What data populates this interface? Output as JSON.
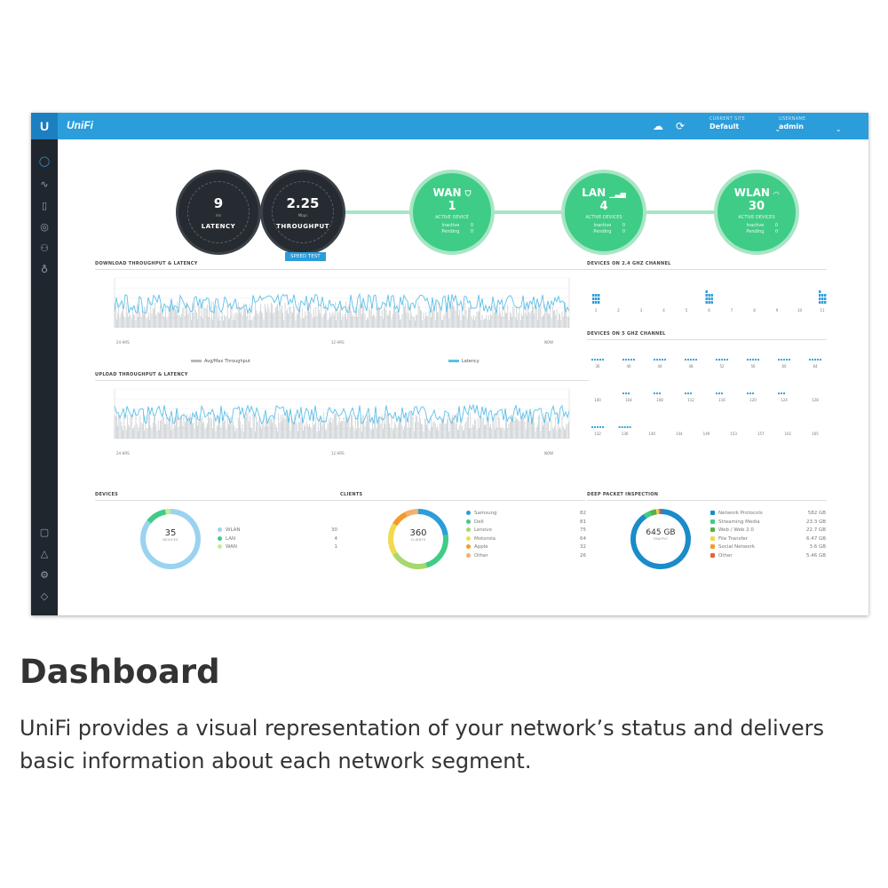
{
  "topbar": {
    "logo": "U",
    "brand": "UniFi",
    "current_site_caption": "CURRENT SITE",
    "current_site": "Default",
    "username_caption": "USERNAME",
    "username": "admin",
    "colors": {
      "bar": "#2b9ddb",
      "sidebar": "#20262e"
    }
  },
  "gauges": {
    "latency": {
      "value": "9",
      "unit": "ms",
      "label": "LATENCY"
    },
    "throughput": {
      "value": "2.25",
      "unit": "Mbps",
      "label": "THROUGHPUT"
    },
    "speed_test": "SPEED TEST"
  },
  "segments": [
    {
      "title": "WAN",
      "count": "1",
      "active": "ACTIVE DEVICE",
      "inactive_label": "Inactive",
      "inactive": "0",
      "pending_label": "Pending",
      "pending": "0",
      "icon": "shield-icon"
    },
    {
      "title": "LAN",
      "count": "4",
      "active": "ACTIVE DEVICES",
      "inactive_label": "Inactive",
      "inactive": "0",
      "pending_label": "Pending",
      "pending": "0",
      "icon": "bars-icon"
    },
    {
      "title": "WLAN",
      "count": "30",
      "active": "ACTIVE DEVICES",
      "inactive_label": "Inactive",
      "inactive": "0",
      "pending_label": "Pending",
      "pending": "0",
      "icon": "wifi-icon"
    }
  ],
  "download": {
    "title": "DOWNLOAD THROUGHPUT & LATENCY",
    "x_start": "24 HRS",
    "x_mid": "12 HRS",
    "x_end": "NOW",
    "legend_throughput": "Avg/Max Throughput",
    "legend_latency": "Latency"
  },
  "upload": {
    "title": "UPLOAD THROUGHPUT & LATENCY",
    "x_start": "24 HRS",
    "x_mid": "12 HRS",
    "x_end": "NOW"
  },
  "ch24": {
    "title": "DEVICES ON 2.4 GHZ CHANNEL",
    "channels": [
      "1",
      "2",
      "3",
      "4",
      "5",
      "6",
      "7",
      "8",
      "9",
      "10",
      "11"
    ],
    "counts": [
      9,
      0,
      0,
      0,
      0,
      10,
      0,
      0,
      0,
      0,
      10
    ]
  },
  "ch5": {
    "title": "DEVICES ON 5 GHZ CHANNEL",
    "rows": [
      {
        "channels": [
          "36",
          "40",
          "44",
          "48",
          "52",
          "56",
          "60",
          "64"
        ],
        "counts": [
          5,
          5,
          5,
          5,
          5,
          5,
          5,
          5
        ]
      },
      {
        "channels": [
          "100",
          "104",
          "108",
          "112",
          "116",
          "120",
          "124",
          "128"
        ],
        "counts": [
          0,
          3,
          3,
          3,
          3,
          3,
          3,
          0
        ]
      },
      {
        "channels": [
          "132",
          "136",
          "140",
          "144",
          "149",
          "153",
          "157",
          "161",
          "165"
        ],
        "counts": [
          5,
          5,
          0,
          0,
          0,
          0,
          0,
          0,
          0
        ]
      }
    ]
  },
  "devices": {
    "title": "DEVICES",
    "total": "35",
    "caption": "DEVICES",
    "items": [
      {
        "label": "WLAN",
        "value": "30",
        "color": "#9ad3f0"
      },
      {
        "label": "LAN",
        "value": "4",
        "color": "#3fcc87"
      },
      {
        "label": "WAN",
        "value": "1",
        "color": "#c8e89a"
      }
    ]
  },
  "clients": {
    "title": "CLIENTS",
    "total": "360",
    "caption": "CLIENTS",
    "items": [
      {
        "label": "Samsung",
        "value": "82",
        "color": "#2b9ddb"
      },
      {
        "label": "Dell",
        "value": "81",
        "color": "#3fcc87"
      },
      {
        "label": "Lenovo",
        "value": "75",
        "color": "#a8d86a"
      },
      {
        "label": "Motorola",
        "value": "64",
        "color": "#f2d94e"
      },
      {
        "label": "Apple",
        "value": "32",
        "color": "#f39a2b"
      },
      {
        "label": "Other",
        "value": "26",
        "color": "#f3b06a"
      }
    ]
  },
  "dpi": {
    "title": "DEEP PACKET INSPECTION",
    "total": "645 GB",
    "caption": "TRAFFIC",
    "items": [
      {
        "label": "Network Protocols",
        "value": "582 GB",
        "color": "#1a8cc9"
      },
      {
        "label": "Streaming Media",
        "value": "23.3 GB",
        "color": "#3fcc87"
      },
      {
        "label": "Web / Web 2.0",
        "value": "22.7 GB",
        "color": "#58b04b"
      },
      {
        "label": "File Transfer",
        "value": "6.47 GB",
        "color": "#f2d94e"
      },
      {
        "label": "Social Network",
        "value": "3.6 GB",
        "color": "#f39a2b"
      },
      {
        "label": "Other",
        "value": "5.46 GB",
        "color": "#e8603c"
      }
    ]
  },
  "heading": "Dashboard",
  "description": "UniFi provides a visual representation of your network’s status and delivers basic information about each network segment."
}
